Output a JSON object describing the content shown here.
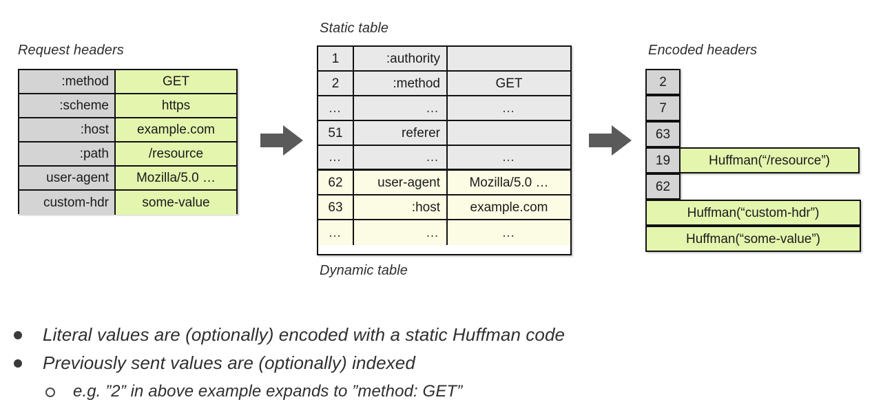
{
  "captions": {
    "request_headers": "Request headers",
    "static_table": "Static table",
    "dynamic_table": "Dynamic table",
    "encoded_headers": "Encoded headers"
  },
  "colors": {
    "value_green": "#e4f5ae",
    "name_grey": "#d4d4d4",
    "static_grey": "#e9e9e9",
    "dynamic_cream": "#fcfce4",
    "arrow_grey": "#5a5a5a",
    "border": "#101010"
  },
  "request_headers": {
    "columns": [
      "name",
      "value"
    ],
    "rows": [
      {
        "name": ":method",
        "value": "GET"
      },
      {
        "name": ":scheme",
        "value": "https"
      },
      {
        "name": ":host",
        "value": "example.com"
      },
      {
        "name": ":path",
        "value": "/resource"
      },
      {
        "name": "user-agent",
        "value": "Mozilla/5.0 …"
      },
      {
        "name": "custom-hdr",
        "value": "some-value"
      }
    ]
  },
  "index_table": {
    "columns": [
      "index",
      "name",
      "value"
    ],
    "rows": [
      {
        "index": "1",
        "name": ":authority",
        "value": "",
        "section": "static"
      },
      {
        "index": "2",
        "name": ":method",
        "value": "GET",
        "section": "static"
      },
      {
        "index": "…",
        "name": "…",
        "value": "…",
        "section": "static"
      },
      {
        "index": "51",
        "name": "referer",
        "value": "",
        "section": "static"
      },
      {
        "index": "…",
        "name": "…",
        "value": "…",
        "section": "static"
      },
      {
        "index": "62",
        "name": "user-agent",
        "value": "Mozilla/5.0 …",
        "section": "dynamic"
      },
      {
        "index": "63",
        "name": ":host",
        "value": "example.com",
        "section": "dynamic"
      },
      {
        "index": "…",
        "name": "…",
        "value": "…",
        "section": "dynamic"
      }
    ]
  },
  "encoded_headers": {
    "index_rows": [
      {
        "index": "2",
        "huffman": ""
      },
      {
        "index": "7",
        "huffman": ""
      },
      {
        "index": "63",
        "huffman": ""
      },
      {
        "index": "19",
        "huffman": "Huffman(“/resource”)"
      },
      {
        "index": "62",
        "huffman": ""
      }
    ],
    "wide_rows": [
      {
        "huffman": "Huffman(“custom-hdr”)"
      },
      {
        "huffman": "Huffman(“some-value”)"
      }
    ]
  },
  "bullets": [
    {
      "level": 1,
      "text": "Literal values are (optionally) encoded with a static Huffman code"
    },
    {
      "level": 1,
      "text": "Previously sent values are (optionally) indexed"
    },
    {
      "level": 2,
      "text": "e.g. ”2” in above example expands to ”method: GET”"
    }
  ]
}
